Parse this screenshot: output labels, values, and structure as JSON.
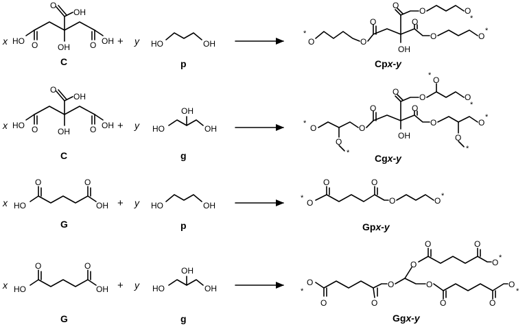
{
  "atoms": {
    "OH": "OH",
    "HO": "HO",
    "O": "O",
    "star": "*"
  },
  "operators": {
    "plus": "+"
  },
  "coefficients": {
    "x": "x",
    "y": "y"
  },
  "reactions": [
    {
      "acid": "C",
      "diol": "p",
      "product_prefix": "Cp",
      "product_suffix": "x-y"
    },
    {
      "acid": "C",
      "diol": "g",
      "product_prefix": "Cg",
      "product_suffix": "x-y"
    },
    {
      "acid": "G",
      "diol": "p",
      "product_prefix": "Gp",
      "product_suffix": "x-y"
    },
    {
      "acid": "G",
      "diol": "g",
      "product_prefix": "Gg",
      "product_suffix": "x-y"
    }
  ]
}
